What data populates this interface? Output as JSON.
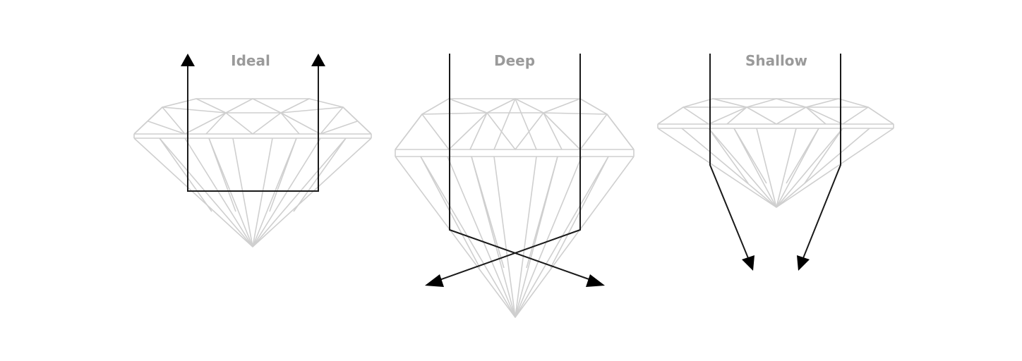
{
  "diagrams": [
    {
      "label": "Ideal"
    },
    {
      "label": "Deep"
    },
    {
      "label": "Shallow"
    }
  ],
  "colors": {
    "facet_lines": "#cfcfcf",
    "light_rays": "#1a1a1a",
    "label_text": "#9a9a9a",
    "background": "#ffffff"
  }
}
